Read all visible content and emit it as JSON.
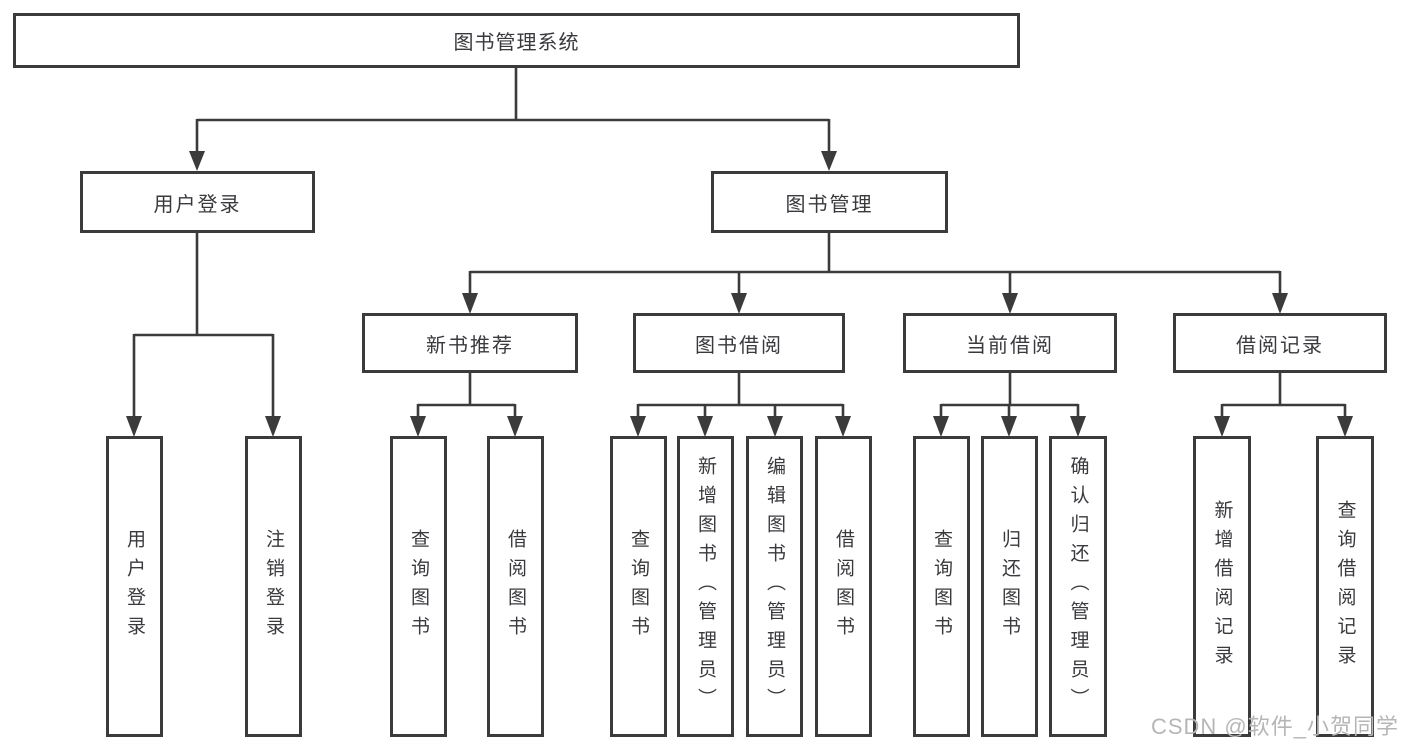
{
  "diagram": {
    "root": {
      "id": "library-management-system",
      "label": "图书管理系统"
    },
    "level2": [
      {
        "id": "user-login",
        "label": "用户登录",
        "parent": "library-management-system"
      },
      {
        "id": "book-management",
        "label": "图书管理",
        "parent": "library-management-system"
      }
    ],
    "level3": [
      {
        "id": "new-book-recommend",
        "label": "新书推荐",
        "parent": "book-management"
      },
      {
        "id": "book-borrow",
        "label": "图书借阅",
        "parent": "book-management"
      },
      {
        "id": "current-borrow",
        "label": "当前借阅",
        "parent": "book-management"
      },
      {
        "id": "borrow-records",
        "label": "借阅记录",
        "parent": "book-management"
      }
    ],
    "leaves": [
      {
        "label": "用户登录",
        "parent": "user-login"
      },
      {
        "label": "注销登录",
        "parent": "user-login"
      },
      {
        "label": "查询图书",
        "parent": "new-book-recommend"
      },
      {
        "label": "借阅图书",
        "parent": "new-book-recommend"
      },
      {
        "label": "查询图书",
        "parent": "book-borrow"
      },
      {
        "label": "新增图书（管理员）",
        "parent": "book-borrow"
      },
      {
        "label": "编辑图书（管理员）",
        "parent": "book-borrow"
      },
      {
        "label": "借阅图书",
        "parent": "book-borrow"
      },
      {
        "label": "查询图书",
        "parent": "current-borrow"
      },
      {
        "label": "归还图书",
        "parent": "current-borrow"
      },
      {
        "label": "确认归还（管理员）",
        "parent": "current-borrow"
      },
      {
        "label": "新增借阅记录",
        "parent": "borrow-records"
      },
      {
        "label": "查询借阅记录",
        "parent": "borrow-records"
      }
    ]
  },
  "watermark": {
    "text": "CSDN @软件_小贺同学"
  },
  "colors": {
    "line-color": "#3b3b3b",
    "text-color": "#3a3a3e",
    "watermark-color": "#b6b6b6"
  }
}
